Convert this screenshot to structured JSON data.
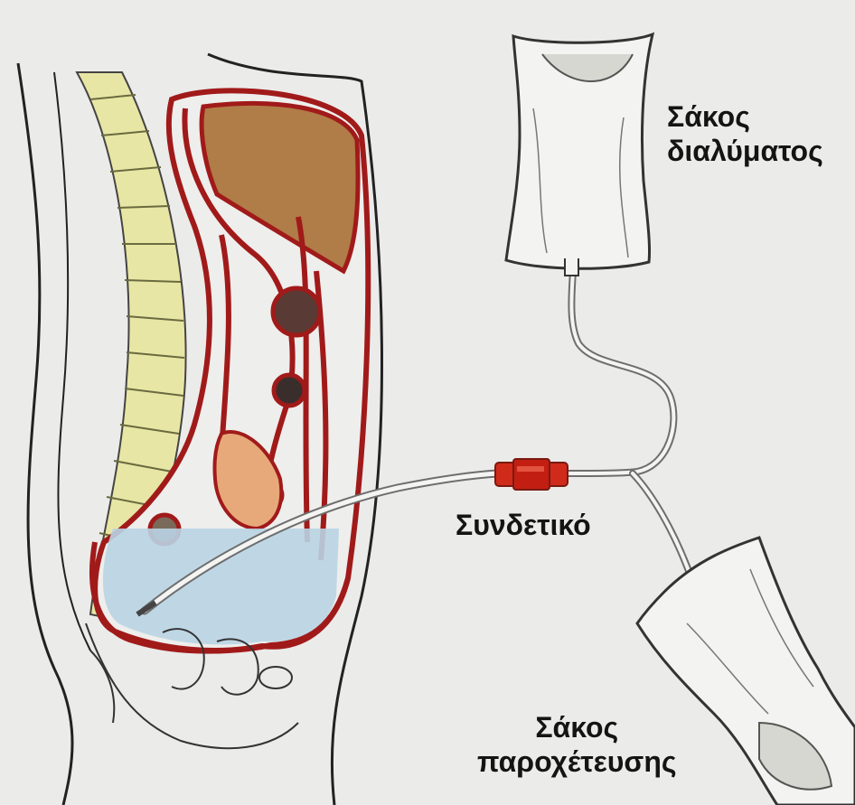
{
  "labels": {
    "solution_bag": [
      "Σάκος",
      "διαλύματος"
    ],
    "connector": "Συνδετικό",
    "drain_bag": [
      "Σάκος",
      "παροχέτευσης"
    ]
  },
  "colors": {
    "background": "#ebebea",
    "spine": "#e8e6a4",
    "liver": "#b07c47",
    "peritoneum": "#a11a1a",
    "dialysate": "#b9d4e4",
    "connector": "#d02a1a",
    "bag": "#f3f3f1"
  },
  "icons": [
    "solution-bag-icon",
    "drain-bag-icon",
    "connector-icon",
    "catheter-tube-icon"
  ]
}
